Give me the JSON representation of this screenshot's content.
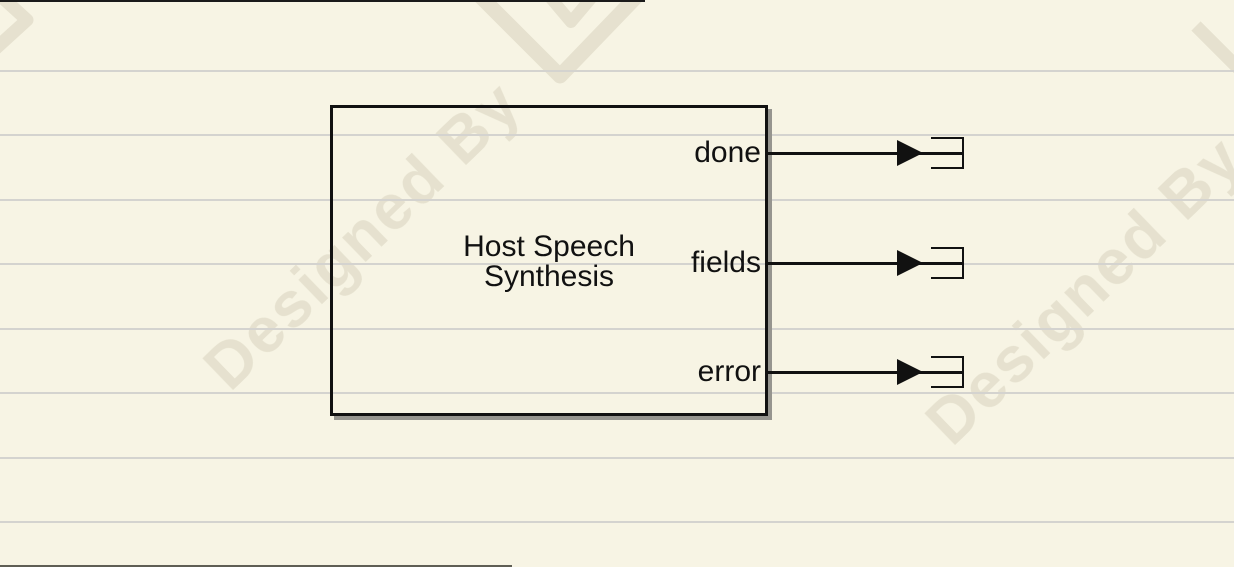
{
  "watermark": {
    "text": "Designed By"
  },
  "diagram": {
    "block": {
      "name_lines": [
        "Host Speech",
        "Synthesis"
      ],
      "ports": [
        {
          "label": "done"
        },
        {
          "label": "fields"
        },
        {
          "label": "error"
        }
      ]
    }
  },
  "colors": {
    "background": "#f7f4e4",
    "ink": "#111111",
    "rule_line": "#d4d3cf",
    "watermark": "#8c825f",
    "block_shadow": "#96958f"
  }
}
